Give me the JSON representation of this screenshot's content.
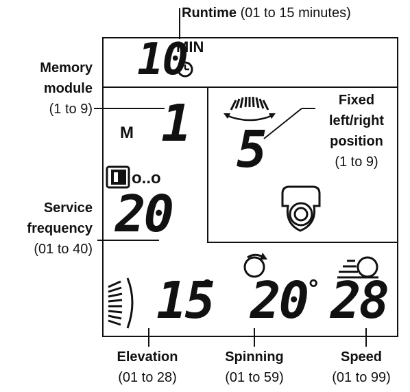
{
  "labels": {
    "runtime": {
      "title": "Runtime",
      "range": "(01 to 15 minutes)"
    },
    "memory": {
      "title_line1": "Memory",
      "title_line2": "module",
      "range": "(1 to 9)"
    },
    "fixed": {
      "line1": "Fixed",
      "line2": "left/right",
      "line3": "position",
      "range": "(1 to 9)"
    },
    "service": {
      "line1": "Service",
      "line2": "frequency",
      "range": "(01 to 40)"
    },
    "elevation": {
      "title": "Elevation",
      "range": "(01 to 28)"
    },
    "spinning": {
      "title": "Spinning",
      "range": "(01 to 59)"
    },
    "speed": {
      "title": "Speed",
      "range": "(01 to 99)"
    }
  },
  "display": {
    "runtime_value": "10",
    "runtime_unit": "MIN",
    "memory_prefix": "M",
    "memory_value": "1",
    "fixed_position_value": "5",
    "service_value": "20",
    "service_dots": "o..o",
    "elevation_value": "15",
    "elevation_unit": "°",
    "spinning_value": "20",
    "spinning_unit": "°",
    "speed_value": "28"
  },
  "icons": [
    "clock-icon",
    "fan-arc-icon",
    "ball-launcher-icon",
    "ball-box-icon",
    "elevation-arc-icon",
    "spin-icon",
    "speed-ball-icon"
  ],
  "colors": {
    "ink": "#111111",
    "background": "#ffffff"
  }
}
